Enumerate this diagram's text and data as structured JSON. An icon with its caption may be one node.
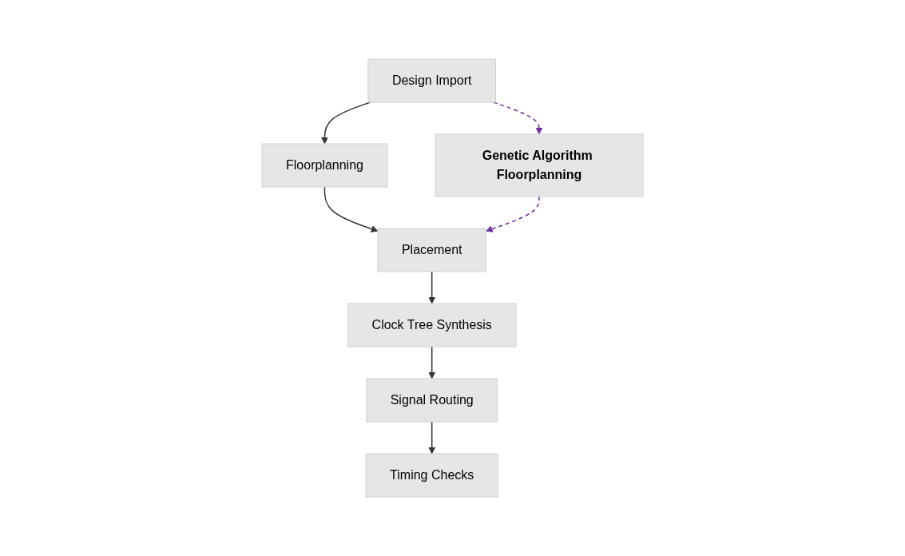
{
  "diagram": {
    "nodes": [
      {
        "text": [
          "Design Import"
        ]
      },
      {
        "text": [
          "Floorplanning"
        ]
      },
      {
        "text": [
          "Placement"
        ]
      },
      {
        "text": [
          "Clock Tree Synthesis"
        ]
      },
      {
        "text": [
          "Signal Routing"
        ]
      },
      {
        "text": [
          "Timing Checks"
        ]
      },
      {
        "text": [
          "Genetic Algorithm Floorplanning"
        ]
      }
    ],
    "edges": [
      {
        "from": 0,
        "to": 1,
        "arrow": "to"
      },
      {
        "from": 1,
        "to": 2,
        "arrow": "to"
      },
      {
        "from": 2,
        "to": 3,
        "arrow": "to"
      },
      {
        "from": 3,
        "to": 4,
        "arrow": "to"
      },
      {
        "from": 4,
        "to": 5,
        "arrow": "to"
      },
      {
        "from": 0,
        "to": 6,
        "arrow": "to",
        "style": "dashed",
        "color": "#7030a0"
      },
      {
        "from": 6,
        "to": 2,
        "arrow": "to",
        "style": "dashed",
        "color": "#7030a0"
      }
    ]
  }
}
